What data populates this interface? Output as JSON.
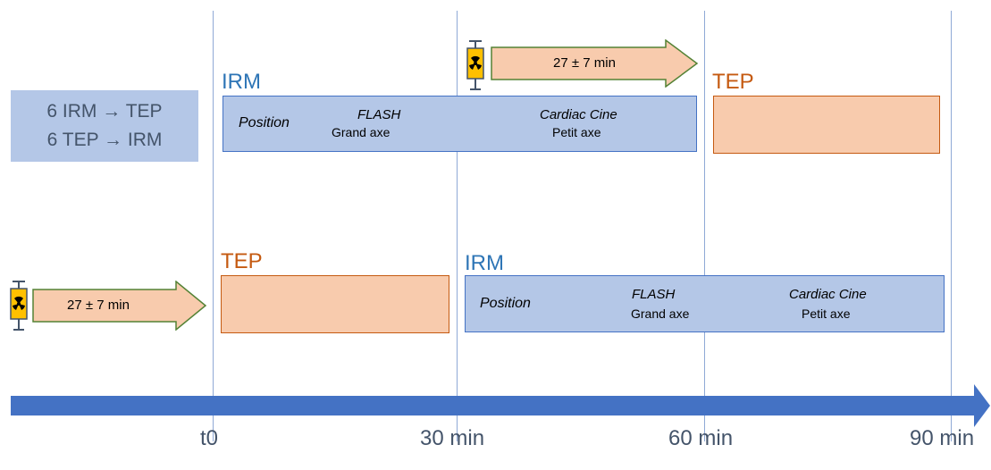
{
  "legend": {
    "line1": "6 IRM → TEP",
    "line2": "6 TEP → IRM"
  },
  "row1": {
    "irm_label": "IRM",
    "tep_label": "TEP",
    "position": "Position",
    "flash": "FLASH",
    "flash_sub": "Grand axe",
    "cine": "Cardiac Cine",
    "cine_sub": "Petit axe",
    "arrow_label": "27 ± 7 min"
  },
  "row2": {
    "tep_label": "TEP",
    "irm_label": "IRM",
    "position": "Position",
    "flash": "FLASH",
    "flash_sub": "Grand axe",
    "cine": "Cardiac Cine",
    "cine_sub": "Petit axe",
    "arrow_label": "27 ± 7 min"
  },
  "axis": {
    "ticks": [
      "t0",
      "30 min",
      "60 min",
      "90 min"
    ]
  },
  "colors": {
    "irm_fill": "#b4c7e7",
    "irm_border": "#4472c4",
    "tep_fill": "#f8cbad",
    "tep_border": "#c55a11",
    "timeline": "#4472c4",
    "syringe": "#ffc000"
  },
  "icons": {
    "syringe": "radioactive-syringe-icon"
  }
}
